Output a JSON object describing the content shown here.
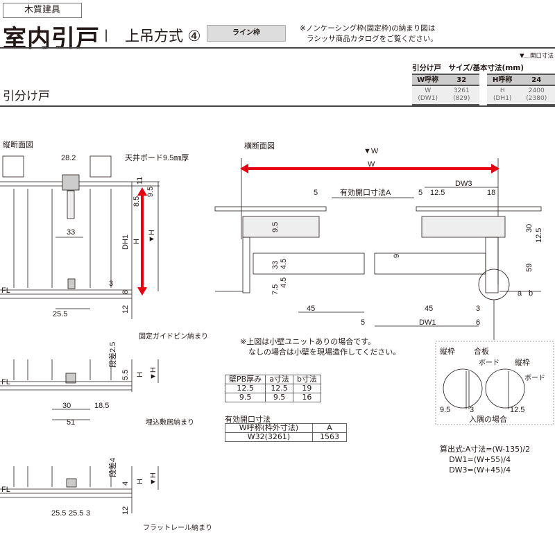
{
  "header": {
    "category": "木質建具",
    "title": "室内引戸",
    "separator": "|",
    "method": "上吊方式 ④",
    "frame_tag": "ライン枠",
    "note_line1": "※ノンケーシング枠(固定枠)の納まり図は",
    "note_line2": "ラシッサ商品カタログをご覧ください。"
  },
  "legend": "▼…開口寸法",
  "door_type": "引分け戸",
  "size_table": {
    "heading": "引分け戸　サイズ/基本寸法(mm)",
    "w_label": "W呼称",
    "w_value": "32",
    "h_label": "H呼称",
    "h_value": "24",
    "w_sub": "W",
    "w_sub2": "(DW1)",
    "w_val": "3261",
    "w_val2": "(829)",
    "h_sub": "H",
    "h_sub2": "(DH1)",
    "h_val": "2400",
    "h_val2": "(2380)"
  },
  "vertical_section": {
    "title": "縦断面図",
    "d_28_2": "28.2",
    "ceiling": "天井ボード9.5㎜厚",
    "d11": "11",
    "d9_5": "9.5",
    "d8_5": "8.5",
    "dh1": "DH1",
    "h": "H",
    "h_open": "▼H",
    "d33": "33",
    "d3": "3",
    "d8": "8",
    "d12": "12",
    "fl": "FL",
    "d25_5": "25.5",
    "caption": "固定ガイドピン納まり"
  },
  "sill_detail": {
    "step": "段差2.5",
    "d5_5": "5.5",
    "h": "H",
    "h_open": "▼H",
    "fl": "FL",
    "d30": "30",
    "d18_5": "18.5",
    "d51": "51",
    "caption": "埋込敷居納まり"
  },
  "flat_detail": {
    "step": "段差4",
    "d4": "4",
    "h": "H",
    "h_open": "▼H",
    "fl": "FL",
    "d12": "12",
    "d25_5a": "25.5",
    "d25_5b": "25.5",
    "d3": "3",
    "caption": "フラットレール納まり"
  },
  "horizontal_section": {
    "title": "横断面図",
    "w_open": "▼W",
    "w": "W",
    "d5a": "5",
    "eff": "有効開口寸法A",
    "d5b": "5",
    "d12_5": "12.5",
    "dw3": "DW3",
    "d18": "18",
    "d30": "30",
    "d12_5b": "12.5",
    "d9_5": "9.5",
    "d33": "33",
    "d4_5a": "4.5",
    "d7_5": "7.5",
    "d4_5b": "4.5",
    "d9": "9",
    "d59": "59",
    "a": "a",
    "b": "b",
    "d45a": "45",
    "d45b": "45",
    "d3": "3",
    "d5c": "5",
    "dw1": "DW1",
    "d6": "6"
  },
  "note2": {
    "line1": "※上図は小壁ユニットありの場合です。",
    "line2": "なしの場合は小壁を現場造作してください。"
  },
  "pb_table": {
    "headers": [
      "壁PB厚み",
      "a寸法",
      "b寸法"
    ],
    "rows": [
      [
        "12.5",
        "12.5",
        "19"
      ],
      [
        "9.5",
        "9.5",
        "16"
      ]
    ]
  },
  "opening_table": {
    "title": "有効開口寸法",
    "headers": [
      "W呼称(枠外寸法)",
      "A"
    ],
    "rows": [
      [
        "W32(3261)",
        "1563"
      ]
    ]
  },
  "corner_detail": {
    "l1": "縦枠",
    "l2": "合板",
    "l3": "ボード",
    "l4": "縦枠",
    "l5": "ボード",
    "d9_5": "9.5",
    "d3": "3",
    "d12_5": "12.5",
    "caption": "入隅の場合"
  },
  "formulas": [
    "算出式:A寸法=(W-135)/2",
    "DW1=(W+55)/4",
    "DW3=(W+45)/4"
  ],
  "colors": {
    "arrow": "#e60012",
    "line": "#231815"
  }
}
